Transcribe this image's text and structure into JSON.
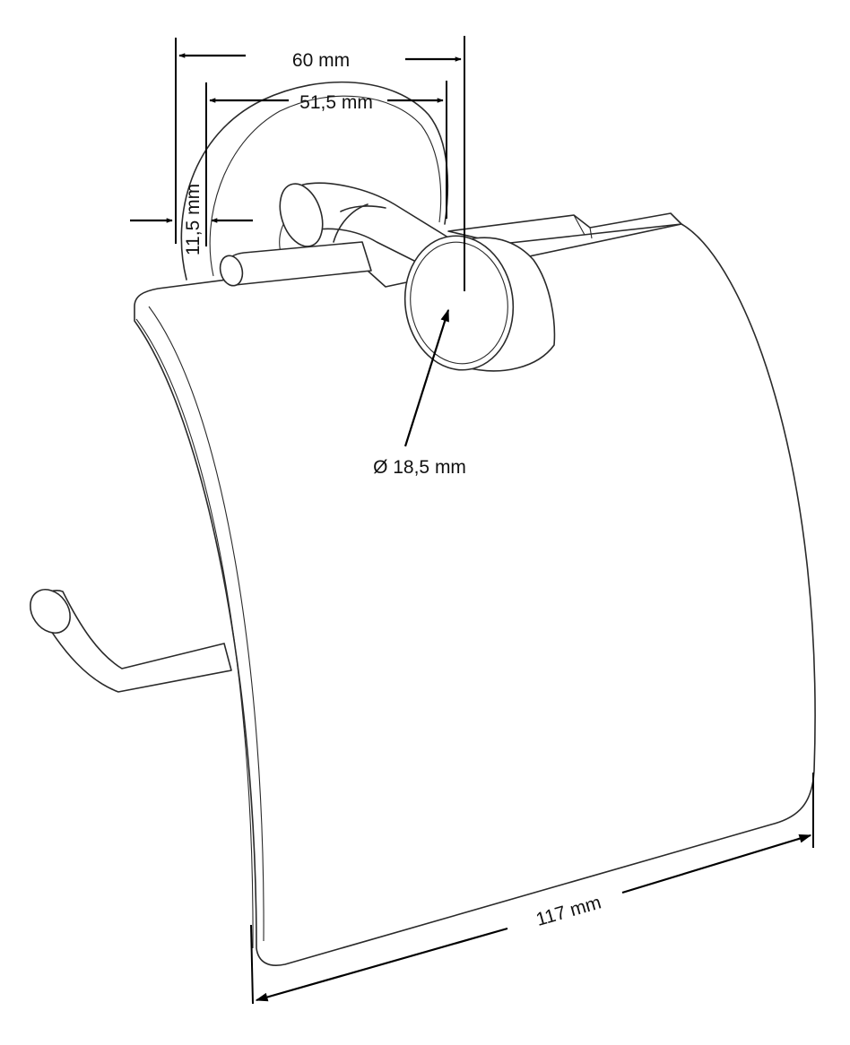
{
  "dimensions": {
    "overall_depth": "60 mm",
    "rosette_depth": "51,5 mm",
    "rosette_thickness": "11,5 mm",
    "arm_diameter": "Ø 18,5 mm",
    "cover_width": "117 mm"
  },
  "colors": {
    "line": "#2a2a2a",
    "dimension": "#000000",
    "background": "#ffffff"
  }
}
